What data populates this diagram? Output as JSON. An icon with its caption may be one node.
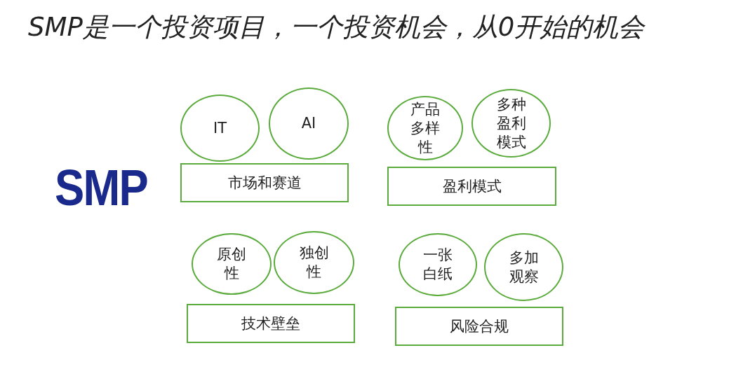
{
  "diagram": {
    "title": "SMP是一个投资项目，一个投资机会，从0开始的机会",
    "nodes": [
      {
        "text": [
          "IT"
        ]
      },
      {
        "text": [
          "AI"
        ]
      },
      {
        "text": [
          "产品多样性"
        ]
      },
      {
        "text": [
          "多种盈利模式"
        ]
      },
      {
        "text": [
          "市场和赛道"
        ]
      },
      {
        "text": [
          "盈利模式"
        ]
      },
      {
        "text": [
          "原创性"
        ]
      },
      {
        "text": [
          "独创性"
        ]
      },
      {
        "text": [
          "一张白纸"
        ]
      },
      {
        "text": [
          "多加观察"
        ]
      },
      {
        "text": [
          "技术壁垒"
        ]
      },
      {
        "text": [
          "风险合规"
        ]
      }
    ],
    "labels": [
      "SMP"
    ]
  }
}
